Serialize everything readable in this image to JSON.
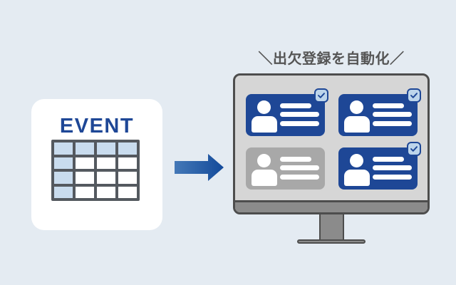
{
  "illustration": {
    "caption": "＼出欠登録を自動化／",
    "event_card": {
      "title": "EVENT",
      "table": {
        "rows": 4,
        "cols": 4,
        "highlight": "header-row-and-first-column"
      }
    },
    "attendees": [
      {
        "position": "top-left",
        "status": "registered",
        "checked": true,
        "color": "blue"
      },
      {
        "position": "top-right",
        "status": "registered",
        "checked": true,
        "color": "blue"
      },
      {
        "position": "bottom-left",
        "status": "not-registered",
        "checked": false,
        "color": "gray"
      },
      {
        "position": "bottom-right",
        "status": "registered",
        "checked": true,
        "color": "blue"
      }
    ],
    "colors": {
      "background": "#e4ebf2",
      "card_white": "#ffffff",
      "brand_blue": "#1e4796",
      "light_blue": "#c9dcee",
      "badge_blue": "#bdd5eb",
      "table_border": "#54595f",
      "gray_card": "#a8a8a8",
      "screen": "#d6d6d6",
      "bezel": "#8b8b8b",
      "frame": "#4d4d4d",
      "caption_text": "#555555",
      "arrow_start": "#4478b7",
      "arrow_end": "#134a9a"
    }
  }
}
